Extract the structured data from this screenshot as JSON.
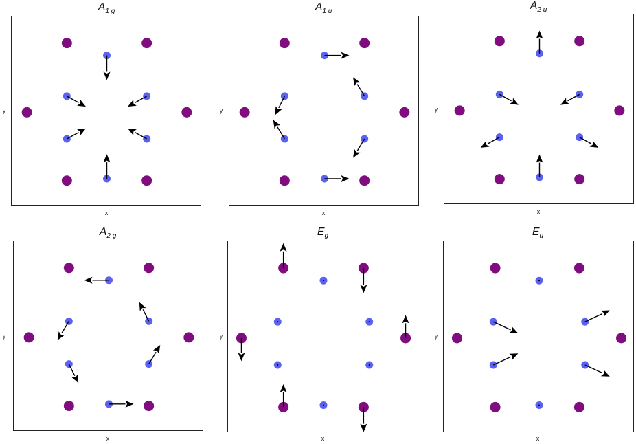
{
  "colors": {
    "outer_atom": "#800c80",
    "inner_atom": "#5c62f0",
    "arrow": "#000000",
    "frame": "#222222"
  },
  "axis_labels": {
    "x": "x",
    "y": "y"
  },
  "panels": [
    {
      "id": "a1g",
      "title": {
        "main": "A",
        "sub_a": "1",
        "sub_b": "g"
      },
      "inner": [
        {
          "u": 0.5,
          "v": 0.795,
          "dx": 0,
          "dy": -0.13
        },
        {
          "u": 0.29,
          "v": 0.58,
          "dx": 0.1,
          "dy": -0.055
        },
        {
          "u": 0.71,
          "v": 0.58,
          "dx": -0.1,
          "dy": -0.055
        },
        {
          "u": 0.29,
          "v": 0.355,
          "dx": 0.1,
          "dy": 0.055
        },
        {
          "u": 0.71,
          "v": 0.355,
          "dx": -0.1,
          "dy": 0.055
        },
        {
          "u": 0.5,
          "v": 0.145,
          "dx": 0,
          "dy": 0.13
        }
      ],
      "outer": [
        {
          "u": 0.29,
          "v": 0.86,
          "dx": 0,
          "dy": 0
        },
        {
          "u": 0.71,
          "v": 0.86,
          "dx": 0,
          "dy": 0
        },
        {
          "u": 0.08,
          "v": 0.495,
          "dx": 0,
          "dy": 0
        },
        {
          "u": 0.92,
          "v": 0.495,
          "dx": 0,
          "dy": 0
        },
        {
          "u": 0.29,
          "v": 0.135,
          "dx": 0,
          "dy": 0
        },
        {
          "u": 0.71,
          "v": 0.135,
          "dx": 0,
          "dy": 0
        }
      ]
    },
    {
      "id": "a1u",
      "title": {
        "main": "A",
        "sub_a": "1",
        "sub_b": "u"
      },
      "inner": [
        {
          "u": 0.5,
          "v": 0.795,
          "dx": 0.13,
          "dy": 0
        },
        {
          "u": 0.29,
          "v": 0.58,
          "dx": -0.05,
          "dy": -0.1
        },
        {
          "u": 0.71,
          "v": 0.58,
          "dx": -0.06,
          "dy": 0.1
        },
        {
          "u": 0.29,
          "v": 0.355,
          "dx": -0.06,
          "dy": 0.1
        },
        {
          "u": 0.71,
          "v": 0.355,
          "dx": -0.06,
          "dy": -0.1
        },
        {
          "u": 0.5,
          "v": 0.145,
          "dx": 0.13,
          "dy": 0
        }
      ],
      "outer": [
        {
          "u": 0.29,
          "v": 0.86,
          "dx": 0,
          "dy": 0
        },
        {
          "u": 0.71,
          "v": 0.86,
          "dx": 0,
          "dy": 0
        },
        {
          "u": 0.08,
          "v": 0.495,
          "dx": 0,
          "dy": 0
        },
        {
          "u": 0.92,
          "v": 0.495,
          "dx": 0,
          "dy": 0
        },
        {
          "u": 0.29,
          "v": 0.135,
          "dx": 0,
          "dy": 0
        },
        {
          "u": 0.71,
          "v": 0.135,
          "dx": 0,
          "dy": 0
        }
      ]
    },
    {
      "id": "a2u",
      "title": {
        "main": "A",
        "sub_a": "2",
        "sub_b": "u"
      },
      "inner": [
        {
          "u": 0.5,
          "v": 0.795,
          "dx": 0,
          "dy": 0.12
        },
        {
          "u": 0.29,
          "v": 0.58,
          "dx": 0.1,
          "dy": -0.055
        },
        {
          "u": 0.71,
          "v": 0.58,
          "dx": -0.1,
          "dy": -0.055
        },
        {
          "u": 0.29,
          "v": 0.355,
          "dx": -0.1,
          "dy": -0.055
        },
        {
          "u": 0.71,
          "v": 0.355,
          "dx": 0.1,
          "dy": -0.055
        },
        {
          "u": 0.5,
          "v": 0.145,
          "dx": 0,
          "dy": 0.12
        }
      ],
      "outer": [
        {
          "u": 0.29,
          "v": 0.86,
          "dx": 0,
          "dy": 0
        },
        {
          "u": 0.71,
          "v": 0.86,
          "dx": 0,
          "dy": 0
        },
        {
          "u": 0.08,
          "v": 0.495,
          "dx": 0,
          "dy": 0
        },
        {
          "u": 0.92,
          "v": 0.495,
          "dx": 0,
          "dy": 0
        },
        {
          "u": 0.29,
          "v": 0.135,
          "dx": 0,
          "dy": 0
        },
        {
          "u": 0.71,
          "v": 0.135,
          "dx": 0,
          "dy": 0
        }
      ]
    },
    {
      "id": "a2g",
      "title": {
        "main": "A",
        "sub_a": "2",
        "sub_b": "g"
      },
      "inner": [
        {
          "u": 0.5,
          "v": 0.795,
          "dx": -0.13,
          "dy": 0
        },
        {
          "u": 0.29,
          "v": 0.58,
          "dx": -0.06,
          "dy": -0.1
        },
        {
          "u": 0.71,
          "v": 0.58,
          "dx": -0.05,
          "dy": 0.1
        },
        {
          "u": 0.29,
          "v": 0.355,
          "dx": 0.05,
          "dy": -0.1
        },
        {
          "u": 0.71,
          "v": 0.355,
          "dx": 0.06,
          "dy": 0.1
        },
        {
          "u": 0.5,
          "v": 0.145,
          "dx": 0.13,
          "dy": 0
        }
      ],
      "outer": [
        {
          "u": 0.29,
          "v": 0.86,
          "dx": 0,
          "dy": 0
        },
        {
          "u": 0.71,
          "v": 0.86,
          "dx": 0,
          "dy": 0
        },
        {
          "u": 0.08,
          "v": 0.495,
          "dx": 0,
          "dy": 0
        },
        {
          "u": 0.92,
          "v": 0.495,
          "dx": 0,
          "dy": 0
        },
        {
          "u": 0.29,
          "v": 0.135,
          "dx": 0,
          "dy": 0
        },
        {
          "u": 0.71,
          "v": 0.135,
          "dx": 0,
          "dy": 0
        }
      ]
    },
    {
      "id": "eg",
      "title": {
        "main": "E",
        "sub_a": "",
        "sub_b": "g"
      },
      "inner": [
        {
          "u": 0.5,
          "v": 0.795,
          "dx": 0,
          "dy": 0
        },
        {
          "u": 0.26,
          "v": 0.58,
          "dx": 0,
          "dy": 0
        },
        {
          "u": 0.74,
          "v": 0.58,
          "dx": 0,
          "dy": 0
        },
        {
          "u": 0.26,
          "v": 0.355,
          "dx": 0,
          "dy": 0
        },
        {
          "u": 0.74,
          "v": 0.355,
          "dx": 0,
          "dy": 0
        },
        {
          "u": 0.5,
          "v": 0.145,
          "dx": 0,
          "dy": 0
        }
      ],
      "outer": [
        {
          "u": 0.29,
          "v": 0.86,
          "dx": 0,
          "dy": 0.13
        },
        {
          "u": 0.71,
          "v": 0.86,
          "dx": 0,
          "dy": -0.13
        },
        {
          "u": 0.07,
          "v": 0.495,
          "dx": 0,
          "dy": -0.12
        },
        {
          "u": 0.93,
          "v": 0.495,
          "dx": 0,
          "dy": 0.12
        },
        {
          "u": 0.29,
          "v": 0.135,
          "dx": 0,
          "dy": 0.12
        },
        {
          "u": 0.71,
          "v": 0.135,
          "dx": 0,
          "dy": -0.13
        }
      ]
    },
    {
      "id": "eu",
      "title": {
        "main": "E",
        "sub_a": "",
        "sub_b": "u"
      },
      "inner": [
        {
          "u": 0.5,
          "v": 0.795,
          "dx": 0,
          "dy": 0
        },
        {
          "u": 0.26,
          "v": 0.58,
          "dx": 0.13,
          "dy": -0.06
        },
        {
          "u": 0.74,
          "v": 0.58,
          "dx": 0.13,
          "dy": 0.06
        },
        {
          "u": 0.26,
          "v": 0.355,
          "dx": 0.13,
          "dy": 0.06
        },
        {
          "u": 0.74,
          "v": 0.355,
          "dx": 0.13,
          "dy": -0.06
        },
        {
          "u": 0.5,
          "v": 0.145,
          "dx": 0,
          "dy": 0
        }
      ],
      "outer": [
        {
          "u": 0.27,
          "v": 0.86,
          "dx": 0,
          "dy": 0
        },
        {
          "u": 0.71,
          "v": 0.86,
          "dx": 0,
          "dy": 0
        },
        {
          "u": 0.07,
          "v": 0.495,
          "dx": 0,
          "dy": 0
        },
        {
          "u": 0.93,
          "v": 0.495,
          "dx": 0,
          "dy": 0
        },
        {
          "u": 0.27,
          "v": 0.135,
          "dx": 0,
          "dy": 0
        },
        {
          "u": 0.71,
          "v": 0.135,
          "dx": 0,
          "dy": 0
        }
      ]
    }
  ]
}
